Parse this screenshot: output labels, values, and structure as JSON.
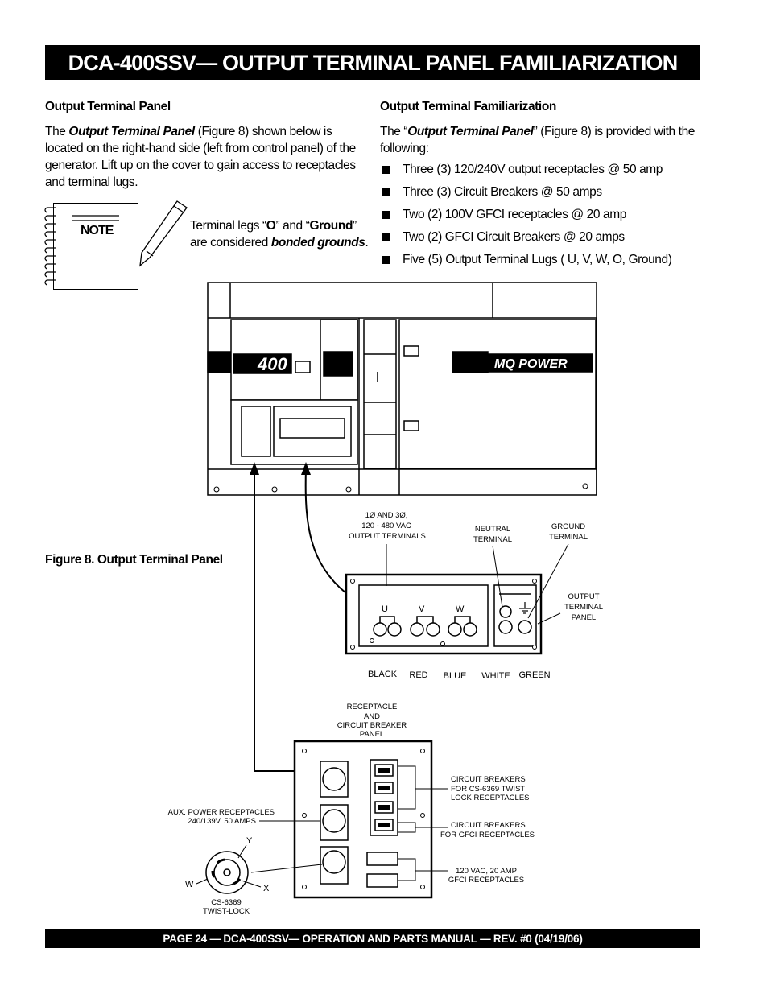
{
  "header": {
    "title": "DCA-400SSV— OUTPUT TERMINAL PANEL FAMILIARIZATION"
  },
  "left": {
    "heading": "Output Terminal Panel",
    "p_pre": "The ",
    "p_em": "Output Terminal Panel",
    "p_post": " (Figure 8) shown below is located on the right-hand side (left from control panel) of the generator. Lift up on the cover to gain access to receptacles and terminal lugs.",
    "note_label": "NOTE",
    "note_1": "Terminal legs “",
    "note_o": "O",
    "note_2": "” and “",
    "note_ground": "Ground",
    "note_3": "” are considered ",
    "note_bonded": "bonded grounds",
    "note_4": "."
  },
  "right": {
    "heading": "Output Terminal Familiarization",
    "p_pre": "The “",
    "p_em": "Output Terminal Panel",
    "p_post": "” (Figure 8) is provided with the following:",
    "bullets": [
      "Three (3) 120/240V output receptacles @ 50 amp",
      "Three (3) Circuit Breakers @ 50 amps",
      "Two (2) 100V GFCI receptacles @ 20 amp",
      "Two (2) GFCI Circuit Breakers @ 20 amps",
      "Five (5) Output Terminal Lugs ( U, V, W, O, Ground)"
    ]
  },
  "figure": {
    "caption": "Figure 8. Output Terminal Panel",
    "model_badge": "400",
    "brand_badge": "MQ POWER",
    "terminals_label": [
      "1Ø AND 3Ø,",
      "120 - 480 VAC",
      "OUTPUT TERMINALS"
    ],
    "neutral_label": [
      "NEUTRAL",
      "TERMINAL"
    ],
    "ground_label": [
      "GROUND",
      "TERMINAL"
    ],
    "panel_label": [
      "OUTPUT",
      "TERMINAL",
      "PANEL"
    ],
    "phase_letters": [
      "U",
      "V",
      "W"
    ],
    "wire_colors": [
      "BLACK",
      "RED",
      "BLUE",
      "WHITE",
      "GREEN"
    ],
    "recept_panel_label": [
      "RECEPTACLE",
      "AND",
      "CIRCUIT BREAKER",
      "PANEL"
    ],
    "cb_twist_label": [
      "CIRCUIT BREAKERS",
      "FOR CS-6369 TWIST",
      "LOCK RECEPTACLES"
    ],
    "cb_gfci_label": [
      "CIRCUIT BREAKERS",
      "FOR GFCI RECEPTACLES"
    ],
    "gfci_label": [
      "120 VAC, 20 AMP",
      "GFCI RECEPTACLES"
    ],
    "aux_label": [
      "AUX. POWER RECEPTACLES",
      "240/139V, 50 AMPS"
    ],
    "plug_pins": [
      "Y",
      "W",
      "X"
    ],
    "plug_label": [
      "CS-6369",
      "TWIST-LOCK"
    ]
  },
  "footer": {
    "text": "PAGE 24 — DCA-400SSV— OPERATION AND PARTS MANUAL — REV. #0 (04/19/06)"
  }
}
